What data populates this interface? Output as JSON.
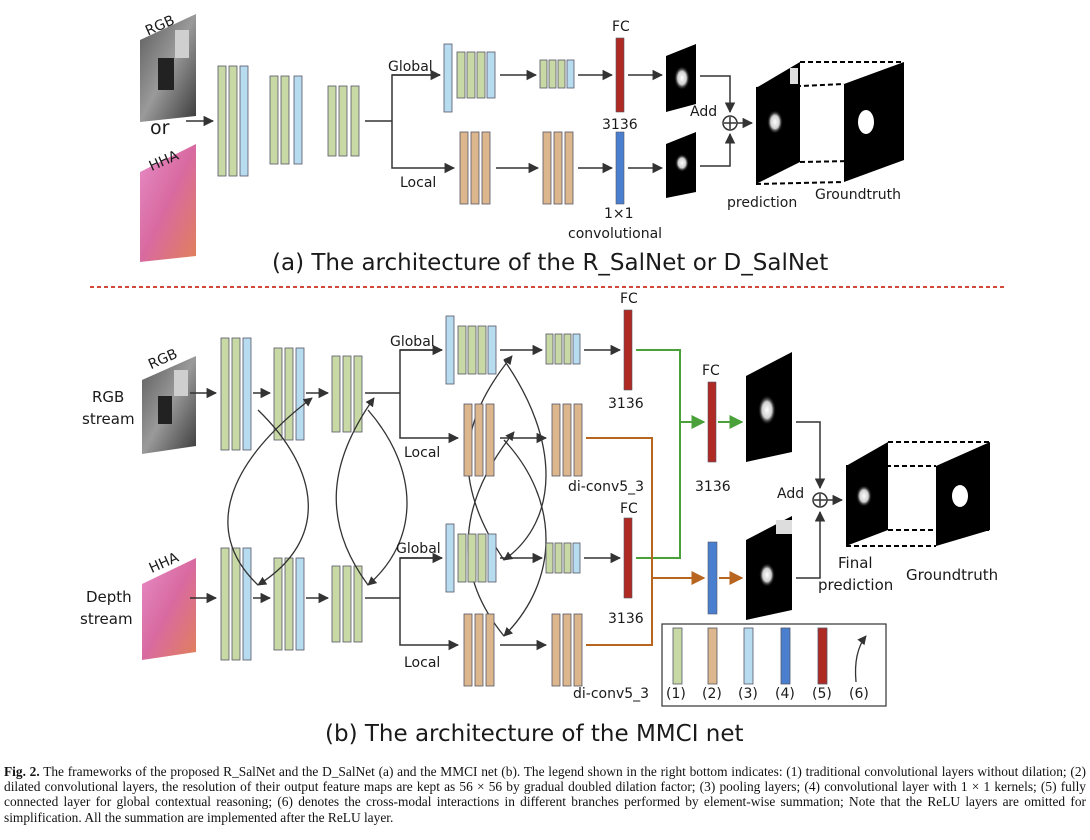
{
  "panel_a": {
    "input_rgb": "RGB",
    "or": "or",
    "input_hha": "HHA",
    "global": "Global",
    "local": "Local",
    "fc": "FC",
    "fc_size": "3136",
    "add": "Add",
    "conv1x1_line1": "1×1",
    "conv1x1_line2": "convolutional",
    "prediction": "prediction",
    "groundtruth": "Groundtruth",
    "title": "(a) The architecture of the R_SalNet or D_SalNet"
  },
  "panel_b": {
    "rgb_image_label": "RGB",
    "rgb_stream_line1": "RGB",
    "rgb_stream_line2": "stream",
    "hha_image_label": "HHA",
    "depth_stream_line1": "Depth",
    "depth_stream_line2": "stream",
    "global_top": "Global",
    "local_top": "Local",
    "global_bottom": "Global",
    "local_bottom": "Local",
    "fc_top": "FC",
    "fc_top_size": "3136",
    "fc_mid": "FC",
    "fc_mid_size": "3136",
    "fc_bottom": "FC",
    "fc_bottom_size": "3136",
    "diconv_top": "di-conv5_3",
    "diconv_bottom": "di-conv5_3",
    "add": "Add",
    "final_line1": "Final",
    "final_line2": "prediction",
    "groundtruth": "Groundtruth",
    "title": "(b) The architecture of the MMCI net",
    "legend": [
      "(1)",
      "(2)",
      "(3)",
      "(4)",
      "(5)",
      "(6)"
    ]
  },
  "colors": {
    "conv": "#c9d9a6",
    "dilated": "#dcb68c",
    "pool": "#b8dcef",
    "conv1x1": "#4a7fd0",
    "fc": "#b02a24",
    "green_arrow": "#4aa13a",
    "orange_arrow": "#b8651f",
    "separator": "#d04a3a"
  },
  "caption": {
    "label": "Fig. 2.",
    "text": "The frameworks of the proposed R_SalNet and the D_SalNet (a) and the MMCI net (b). The legend shown in the right bottom indicates: (1) traditional convolutional layers without dilation; (2) dilated convolutional layers, the resolution of their output feature maps are kept as 56 × 56 by gradual doubled dilation factor; (3) pooling layers; (4) convolutional layer with 1 × 1 kernels; (5) fully connected layer for global contextual reasoning; (6) denotes the cross-modal interactions in different branches performed by element-wise summation; Note that the ReLU layers are omitted for simplification. All the summation are implemented after the ReLU layer."
  }
}
